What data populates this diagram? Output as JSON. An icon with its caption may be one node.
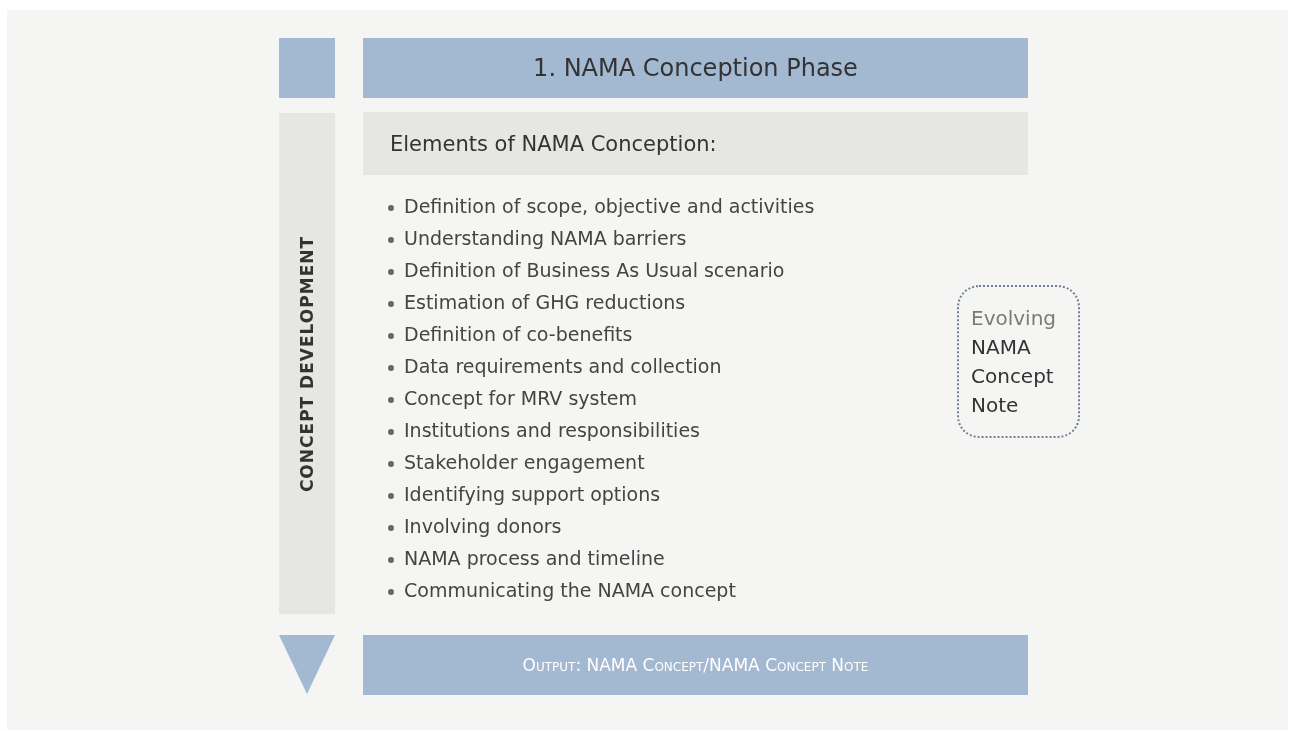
{
  "diagram": {
    "nodes": [
      {
        "text": [],
        "shape": "box"
      },
      {
        "text": [
          "1. NAMA Conception Phase"
        ]
      },
      {
        "text": [
          "CONCEPT DEVELOPMENT"
        ]
      },
      {
        "text": [
          "Elements of NAMA Conception:"
        ]
      },
      {
        "text": [
          "Evolving",
          "NAMA Concept Note"
        ]
      },
      {
        "text": [],
        "shape": "triangle"
      },
      {
        "text": [
          "Output: NAMA Concept/NAMA Concept Note"
        ]
      }
    ],
    "edges": [],
    "labels": [
      "Definition of scope, objective and activities",
      "Understanding NAMA barriers",
      "Definition of Business As Usual scenario",
      "Estimation of GHG reductions",
      "Definition of co-benefits",
      "Data requirements and collection",
      "Concept for MRV system",
      "Institutions and responsibilities",
      "Stakeholder engagement",
      "Identifying support options",
      "Involving donors",
      "NAMA process and timeline",
      "Communicating the NAMA concept"
    ]
  }
}
